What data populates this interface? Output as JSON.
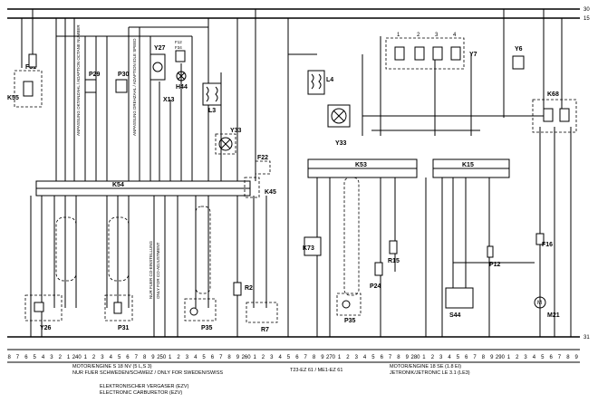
{
  "rails": {
    "top1": "30",
    "top2": "15",
    "bottom": "31"
  },
  "components": {
    "F31": "F31",
    "K55": "K55",
    "P29": "P29",
    "P30": "P30",
    "Y27": "Y27",
    "F12": "F12",
    "F34": "F34",
    "H44": "H44",
    "X13": "X13",
    "L3": "L3",
    "Y33a": "Y33",
    "F22": "F22",
    "K54": "K54",
    "K45": "K45",
    "R2": "R2",
    "Y26": "Y26",
    "P31": "P31",
    "P35a": "P35",
    "R7": "R7",
    "L4": "L4",
    "Y33b": "Y33",
    "K53": "K53",
    "K15": "K15",
    "Y7": "Y7",
    "Y6": "Y6",
    "K68": "K68",
    "K73": "K73",
    "R15": "R15",
    "P24": "P24",
    "P35b": "P35",
    "S44": "S44",
    "P12": "P12",
    "F16": "F16",
    "M21": "M21"
  },
  "notes": {
    "p29": "ANPASSUNG OKTANZAHL / ADAPTION OCTANE NUMBER",
    "p30": "ANPASSUNG DREHZAHL / ADAPTION IDLE SPEED",
    "coadj": "NUR FUER CO-EINSTELLUNG",
    "coadj_en": "ONLY FOR CO-ADJUSTMENT"
  },
  "cylinders": [
    "1",
    "2",
    "3",
    "4"
  ],
  "bottom_numbers": [
    "8",
    "7",
    "6",
    "5",
    "4",
    "3",
    "2",
    "1",
    "240",
    "1",
    "2",
    "3",
    "4",
    "5",
    "6",
    "7",
    "8",
    "9",
    "250",
    "1",
    "2",
    "3",
    "4",
    "5",
    "6",
    "7",
    "8",
    "9",
    "260",
    "1",
    "2",
    "3",
    "4",
    "5",
    "6",
    "7",
    "8",
    "9",
    "270",
    "1",
    "2",
    "3",
    "4",
    "5",
    "6",
    "7",
    "8",
    "9",
    "280",
    "1",
    "2",
    "3",
    "4",
    "5",
    "6",
    "7",
    "8",
    "9",
    "290",
    "1",
    "2",
    "3",
    "4",
    "5",
    "6",
    "7",
    "8",
    "9"
  ],
  "captions": {
    "left1": "MOTOR/ENGINE  S 18 NV (5 L,S 3)",
    "left2": "NUR FUER SCHWEDEN/SCHWEIZ / ONLY FOR SWEDEN/SWISS",
    "left3": "ELEKTRONISCHER VERGASER (EZV)",
    "left4": "ELECTRONIC CARBURETOR (EZV)",
    "mid": "T23-EZ 61 / ME1-EZ 61",
    "right1": "MOTOR/ENGINE 18 SE (1.8 EI)",
    "right2": "JETRONIK/JETRONIC LE 3.1 (LE3)"
  }
}
